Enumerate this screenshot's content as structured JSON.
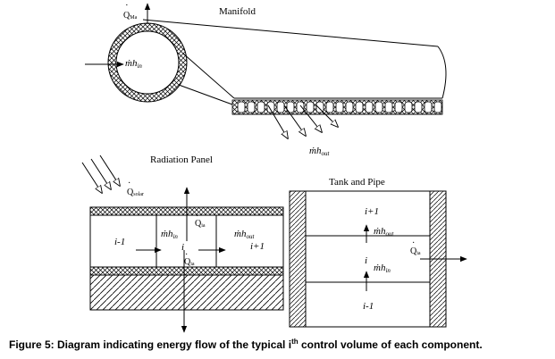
{
  "labels": {
    "manifold_title": "Manifold",
    "radiation_title": "Radiation Panel",
    "tank_title": "Tank and Pipe"
  },
  "symbols": {
    "q_ma": "Q",
    "q_ma_sub": "Ma",
    "m": "ṁ",
    "h": "h",
    "sub_in": "in",
    "sub_out": "out",
    "q_solar": "Q",
    "q_solar_sub": "solar",
    "q_ia": "Q",
    "q_ia_sub": "ia"
  },
  "panel": {
    "left_cell": "i-1",
    "center_cell": "i",
    "right_cell": "i+1"
  },
  "tank": {
    "top_cell": "i+1",
    "center_cell": "i",
    "bottom_cell": "i-1"
  },
  "caption": {
    "prefix": "Figure 5: Diagram indicating energy flow of the typical i",
    "sup": "th",
    "suffix": " control volume of each component."
  }
}
